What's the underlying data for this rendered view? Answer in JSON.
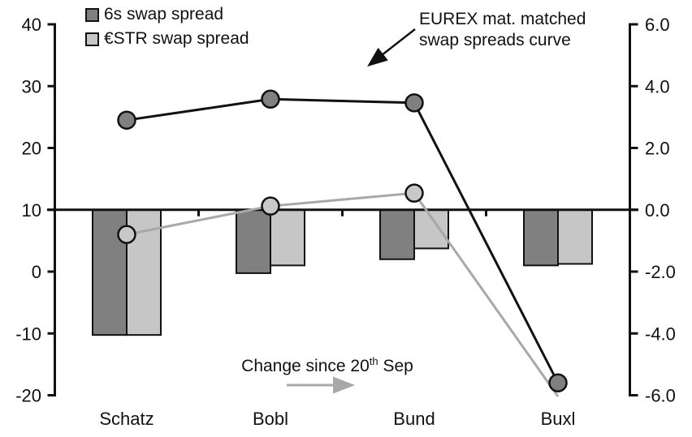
{
  "chart_data": {
    "type": "combo-bar-line",
    "categories": [
      "Schatz",
      "Bobl",
      "Bund",
      "Buxl"
    ],
    "left_axis": {
      "ticks": [
        "40",
        "30",
        "20",
        "10",
        "0",
        "-10",
        "-20"
      ],
      "tick_values": [
        40,
        30,
        20,
        10,
        0,
        -10,
        -20
      ],
      "min": -20,
      "max": 40,
      "bar_baseline": 10
    },
    "right_axis": {
      "ticks": [
        "6.0",
        "4.0",
        "2.0",
        "0.0",
        "-2.0",
        "-4.0",
        "-6.0"
      ],
      "tick_values": [
        6,
        4,
        2,
        0,
        -2,
        -4,
        -6
      ],
      "min": -6,
      "max": 6,
      "bar_baseline": 0
    },
    "bar_series": [
      {
        "name": "6s swap spread",
        "axis": "right",
        "fill": "#808080",
        "stroke": "#111111",
        "values": [
          -4.05,
          -2.05,
          -1.6,
          -1.8
        ]
      },
      {
        "name": "€STR swap spread",
        "axis": "right",
        "fill": "#c6c6c6",
        "stroke": "#111111",
        "values": [
          -4.05,
          -1.8,
          -1.25,
          -1.75
        ]
      }
    ],
    "line_series": [
      {
        "name": "6s swap spread curve",
        "axis": "left",
        "stroke": "#111111",
        "marker_fill": "#808080",
        "values": [
          24.5,
          27.9,
          27.3,
          -18.0
        ],
        "markers": [
          true,
          true,
          true,
          true
        ]
      },
      {
        "name": "€STR swap spread curve",
        "axis": "left",
        "stroke": "#a8a8a8",
        "marker_fill": "#c8c8c8",
        "values": [
          6.0,
          10.6,
          12.7,
          -20.2
        ],
        "markers": [
          true,
          true,
          true,
          false
        ]
      }
    ],
    "legend": [
      {
        "label": "6s swap spread",
        "swatch": "#808080"
      },
      {
        "label": "€STR swap spread",
        "swatch": "#c6c6c6"
      }
    ],
    "annotations": {
      "curve_line1": "EUREX mat. matched",
      "curve_line2": "swap spreads curve",
      "change_prefix": "Change since 20",
      "change_sup": "th",
      "change_tail": " Sep"
    },
    "layout_hints": {
      "grid": "off",
      "legend_position": "top-left",
      "bar_baseline_note": "bars hang from left-axis 10 / right-axis 0.0 line"
    }
  },
  "colors": {
    "background": "#ffffff",
    "axis": "#111111",
    "black_line": "#111111",
    "gray_line": "#a8a8a8",
    "gray_arrow": "#a8a8a8"
  }
}
